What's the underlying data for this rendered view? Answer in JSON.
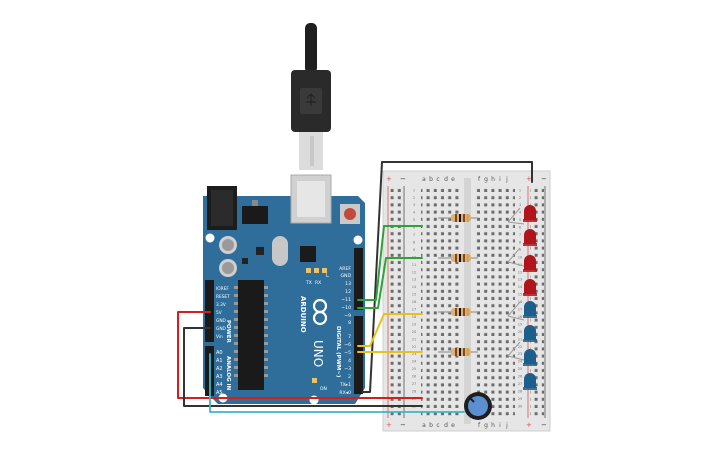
{
  "board": {
    "brand": "ARDUINO",
    "model": "UNO",
    "power_section": "POWER",
    "analog_section": "ANALOG IN",
    "digital_section": "DIGITAL (PWM~)",
    "power_pins": [
      "IOREF",
      "RESET",
      "3.3V",
      "5V",
      "GND",
      "GND",
      "Vin"
    ],
    "analog_pins": [
      "A0",
      "A1",
      "A2",
      "A3",
      "A4",
      "A5"
    ],
    "top_header_labels": [
      "AREF",
      "GND",
      "13",
      "12",
      "~11",
      "~10",
      "~9",
      "8"
    ],
    "digital_header_labels": [
      "7",
      "~6",
      "~5",
      "4",
      "~3",
      "2",
      "TX▸1",
      "RX◂0"
    ],
    "led_labels": [
      "L",
      "TX",
      "RX",
      "ON"
    ]
  },
  "breadboard": {
    "column_letters_left": [
      "a",
      "b",
      "c",
      "d",
      "e"
    ],
    "column_letters_right": [
      "f",
      "g",
      "h",
      "i",
      "j"
    ],
    "rail_plus": "+",
    "rail_minus": "−",
    "row_numbers": [
      "1",
      "2",
      "3",
      "4",
      "5",
      "6",
      "7",
      "8",
      "9",
      "10",
      "11",
      "12",
      "13",
      "14",
      "15",
      "16",
      "17",
      "18",
      "19",
      "20",
      "21",
      "22",
      "23",
      "24",
      "25",
      "26",
      "27",
      "28",
      "29",
      "30"
    ]
  },
  "components": {
    "resistor_count": 4,
    "leds": [
      {
        "color": "red"
      },
      {
        "color": "red"
      },
      {
        "color": "red"
      },
      {
        "color": "red"
      },
      {
        "color": "blue"
      },
      {
        "color": "blue"
      },
      {
        "color": "blue"
      },
      {
        "color": "blue"
      }
    ],
    "potentiometer": 1
  },
  "colors": {
    "board_blue": "#2f6d9a",
    "led_red": "#b2141c",
    "led_blue": "#1c5f8a",
    "wire_green": "#2ea33a",
    "wire_yellow": "#e8c21a",
    "wire_red": "#d41f1f",
    "wire_black": "#333333",
    "wire_cyan": "#3fb6c4"
  }
}
